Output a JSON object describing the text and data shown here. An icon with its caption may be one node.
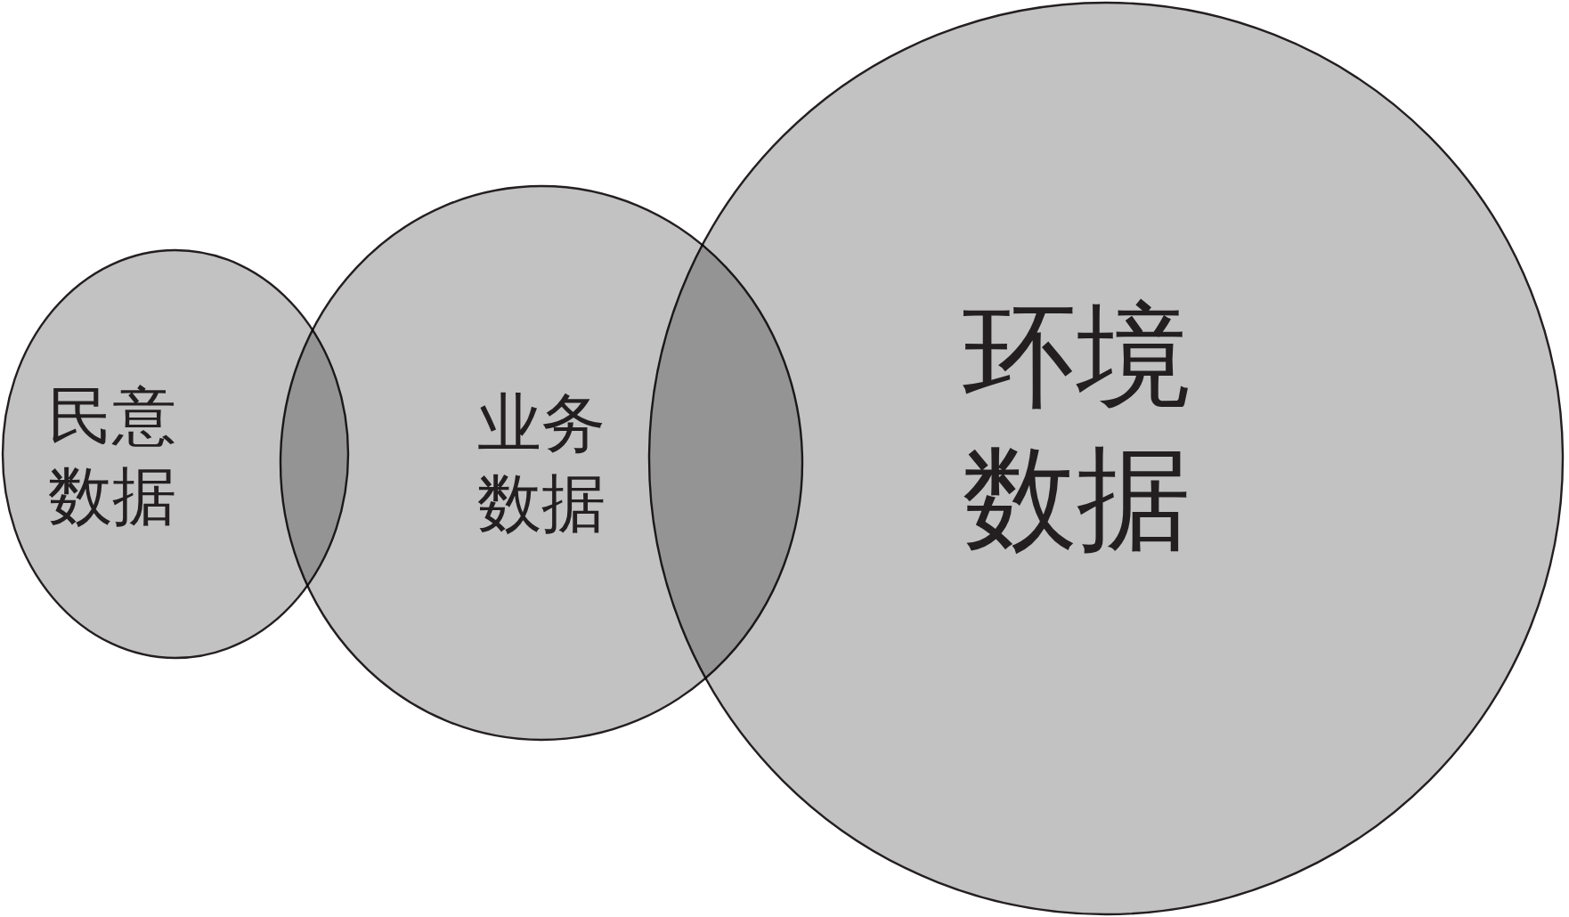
{
  "diagram": {
    "nodes": [
      {
        "text": [
          "民意数据"
        ]
      },
      {
        "text": [
          "业务数据"
        ]
      },
      {
        "text": [
          "环境数据"
        ]
      }
    ]
  }
}
